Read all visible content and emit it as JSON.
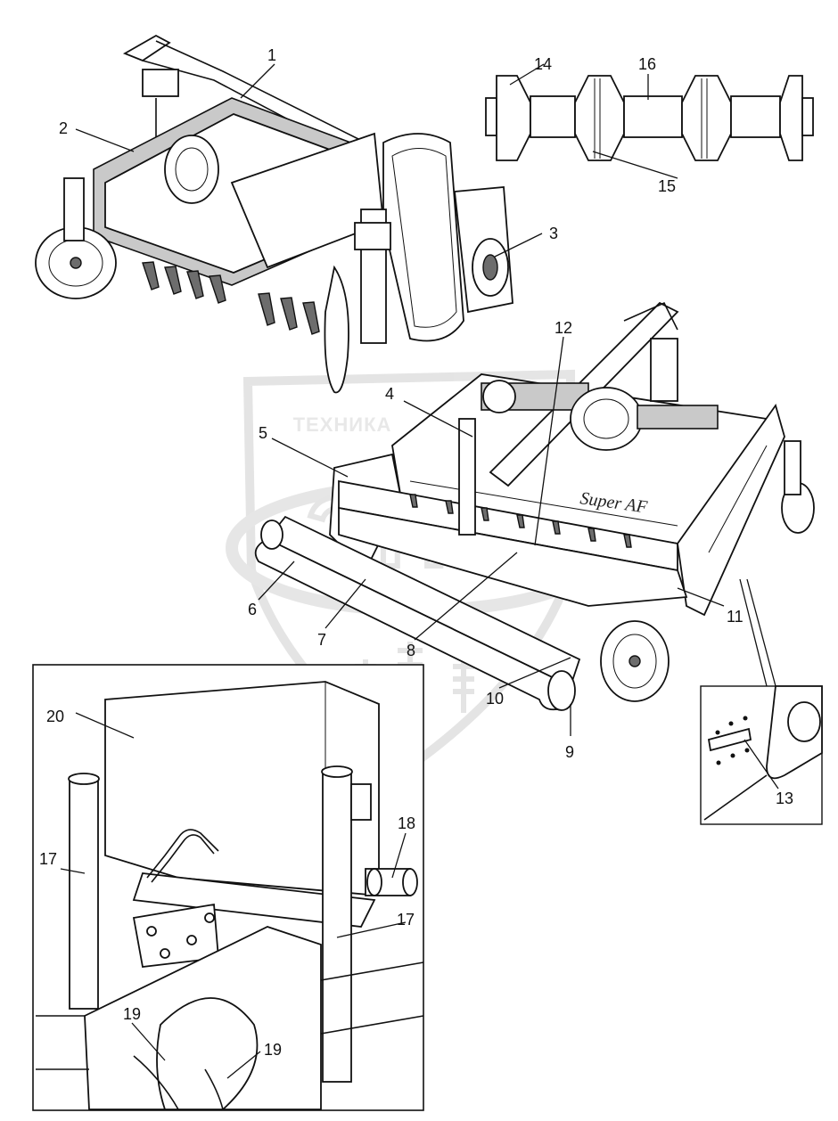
{
  "watermark": {
    "text": "ТЕХНИКА"
  },
  "machine": {
    "brand_label": "Super AF"
  },
  "callouts": [
    {
      "id": "c1",
      "label": "1"
    },
    {
      "id": "c2",
      "label": "2"
    },
    {
      "id": "c3",
      "label": "3"
    },
    {
      "id": "c4",
      "label": "4"
    },
    {
      "id": "c5",
      "label": "5"
    },
    {
      "id": "c6",
      "label": "6"
    },
    {
      "id": "c7",
      "label": "7"
    },
    {
      "id": "c8",
      "label": "8"
    },
    {
      "id": "c9",
      "label": "9"
    },
    {
      "id": "c10",
      "label": "10"
    },
    {
      "id": "c11",
      "label": "11"
    },
    {
      "id": "c12",
      "label": "12"
    },
    {
      "id": "c13",
      "label": "13"
    },
    {
      "id": "c14",
      "label": "14"
    },
    {
      "id": "c15",
      "label": "15"
    },
    {
      "id": "c16",
      "label": "16"
    },
    {
      "id": "c17a",
      "label": "17"
    },
    {
      "id": "c17b",
      "label": "17"
    },
    {
      "id": "c18",
      "label": "18"
    },
    {
      "id": "c19a",
      "label": "19"
    },
    {
      "id": "c19b",
      "label": "19"
    },
    {
      "id": "c20",
      "label": "20"
    }
  ]
}
